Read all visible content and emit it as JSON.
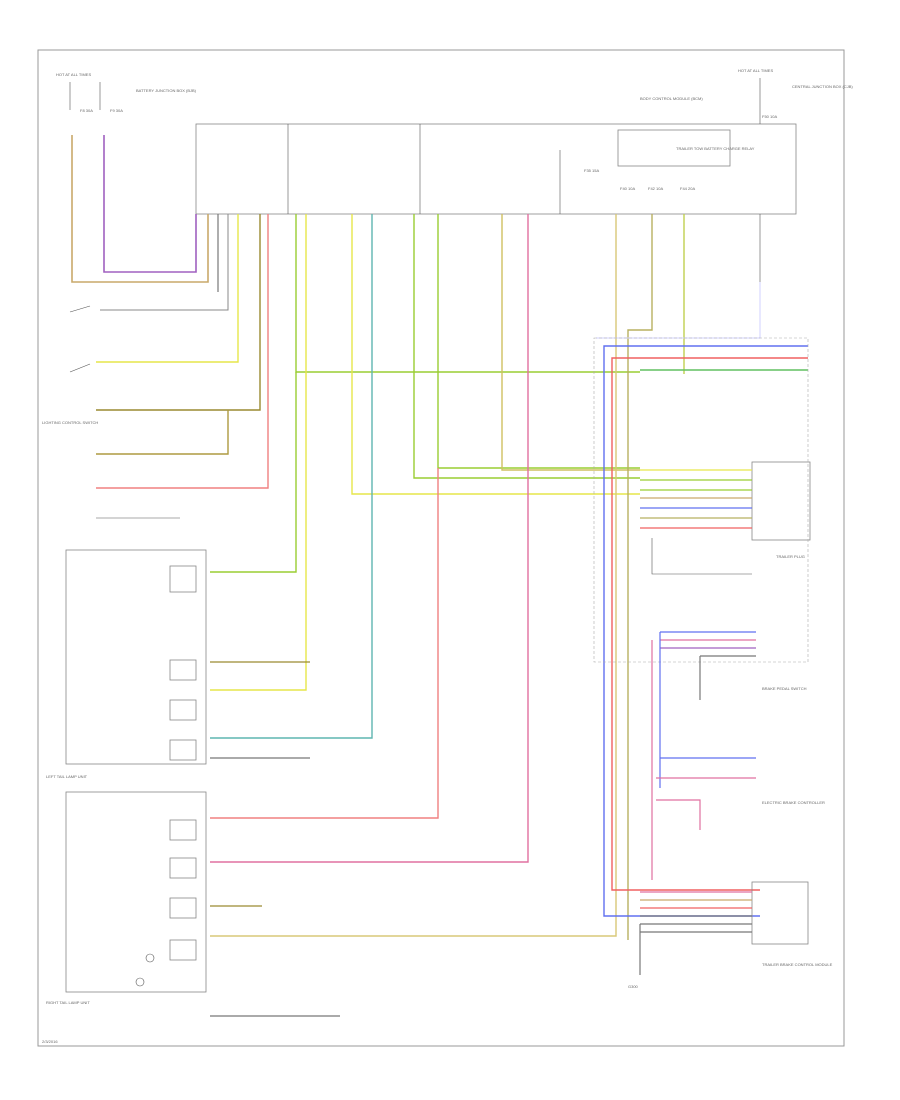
{
  "diagram": {
    "corner_label": "2/3/2016",
    "labels": {
      "hot_all_times_left": "HOT AT ALL TIMES",
      "hot_all_times_right": "HOT AT ALL TIMES",
      "battery_junction_box": "BATTERY JUNCTION BOX (BJB)",
      "central_junction_box": "CENTRAL JUNCTION BOX (CJB)",
      "body_control_module": "BODY CONTROL MODULE (BCM)",
      "trailer_tow_relay": "TRAILER TOW BATTERY CHARGE RELAY",
      "lighting_control_switch": "LIGHTING CONTROL SWITCH",
      "left_tail_lamp_unit": "LEFT TAIL LAMP UNIT",
      "right_tail_lamp_unit": "RIGHT TAIL LAMP UNIT",
      "trailer_plug": "TRAILER PLUG",
      "brake_pedal_switch": "BRAKE PEDAL SWITCH",
      "electric_brake_controller": "ELECTRIC BRAKE CONTROLLER",
      "trailer_module": "TRAILER BRAKE CONTROL MODULE",
      "ground_g": "G300",
      "fuse_labels": [
        "F8 30A",
        "F9 30A",
        "F35 15A",
        "F40 10A",
        "F42 10A",
        "F44 20A",
        "F50 10A"
      ]
    }
  }
}
